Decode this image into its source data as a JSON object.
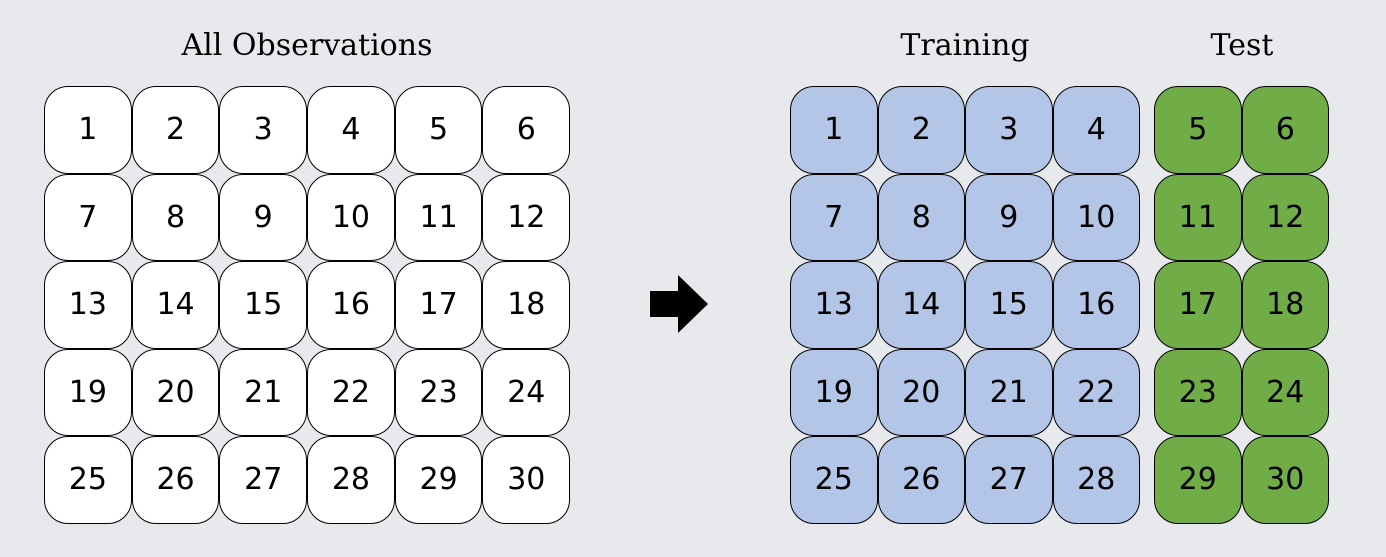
{
  "headings": {
    "all": "All Observations",
    "training": "Training",
    "test": "Test"
  },
  "all_observations": [
    "1",
    "2",
    "3",
    "4",
    "5",
    "6",
    "7",
    "8",
    "9",
    "10",
    "11",
    "12",
    "13",
    "14",
    "15",
    "16",
    "17",
    "18",
    "19",
    "20",
    "21",
    "22",
    "23",
    "24",
    "25",
    "26",
    "27",
    "28",
    "29",
    "30"
  ],
  "training": [
    "1",
    "2",
    "3",
    "4",
    "7",
    "8",
    "9",
    "10",
    "13",
    "14",
    "15",
    "16",
    "19",
    "20",
    "21",
    "22",
    "25",
    "26",
    "27",
    "28"
  ],
  "test": [
    "5",
    "6",
    "11",
    "12",
    "17",
    "18",
    "23",
    "24",
    "29",
    "30"
  ],
  "colors": {
    "background": "#e8e9ed",
    "all_fill": "#ffffff",
    "training_fill": "#b4c6e7",
    "test_fill": "#70ad47"
  },
  "icons": {
    "arrow": "right-arrow-icon"
  }
}
